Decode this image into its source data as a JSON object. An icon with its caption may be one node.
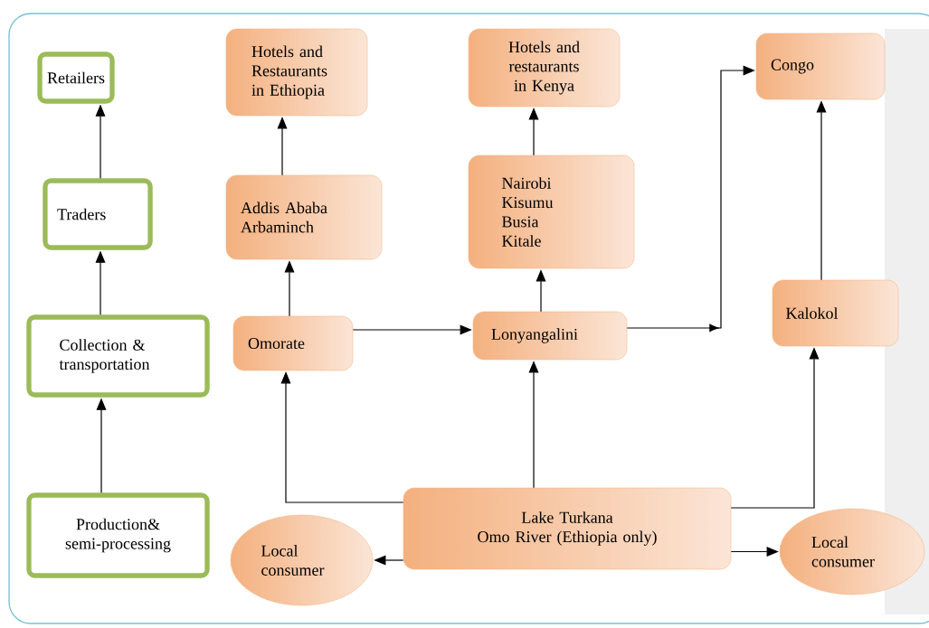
{
  "diagram": {
    "nodes": [
      {
        "text": [
          "Retailers"
        ]
      },
      {
        "text": [
          "Traders"
        ]
      },
      {
        "text": [
          "Collection & transportation"
        ]
      },
      {
        "text": [
          "Production& semi-processing"
        ]
      },
      {
        "text": [
          "Hotels and Restaurants in Ethiopia"
        ]
      },
      {
        "text": [
          "Hotels and restaurants in Kenya"
        ]
      },
      {
        "text": [
          "Congo"
        ]
      },
      {
        "text": [
          "Addis Ababa",
          "Arbaminch"
        ]
      },
      {
        "text": [
          "Nairobi",
          "Kisumu",
          "Busia",
          "Kitale"
        ]
      },
      {
        "text": [
          "Kalokol"
        ]
      },
      {
        "text": [
          "Omorate"
        ]
      },
      {
        "text": [
          "Lonyangalini"
        ]
      },
      {
        "text": [
          "Lake Turkana",
          "Omo River (Ethiopia only)"
        ]
      },
      {
        "text": [
          "Local consumer"
        ]
      },
      {
        "text": [
          "Local consumer"
        ]
      }
    ],
    "edges": [
      {
        "from": 3,
        "to": 2,
        "arrow": "to"
      },
      {
        "from": 2,
        "to": 1,
        "arrow": "to"
      },
      {
        "from": 1,
        "to": 0,
        "arrow": "to"
      },
      {
        "from": 7,
        "to": 4,
        "arrow": "to"
      },
      {
        "from": 10,
        "to": 7,
        "arrow": "to"
      },
      {
        "from": 8,
        "to": 5,
        "arrow": "to"
      },
      {
        "from": 11,
        "to": 8,
        "arrow": "to"
      },
      {
        "from": 9,
        "to": 6,
        "arrow": "to"
      },
      {
        "from": 10,
        "to": 11,
        "arrow": "to"
      },
      {
        "from": 11,
        "to": 6,
        "arrow": "to"
      },
      {
        "from": 12,
        "to": 10,
        "arrow": "to"
      },
      {
        "from": 12,
        "to": 11,
        "arrow": "to"
      },
      {
        "from": 12,
        "to": 9,
        "arrow": "to"
      },
      {
        "from": 12,
        "to": 13,
        "arrow": "to"
      },
      {
        "from": 12,
        "to": 14,
        "arrow": "to"
      }
    ]
  }
}
